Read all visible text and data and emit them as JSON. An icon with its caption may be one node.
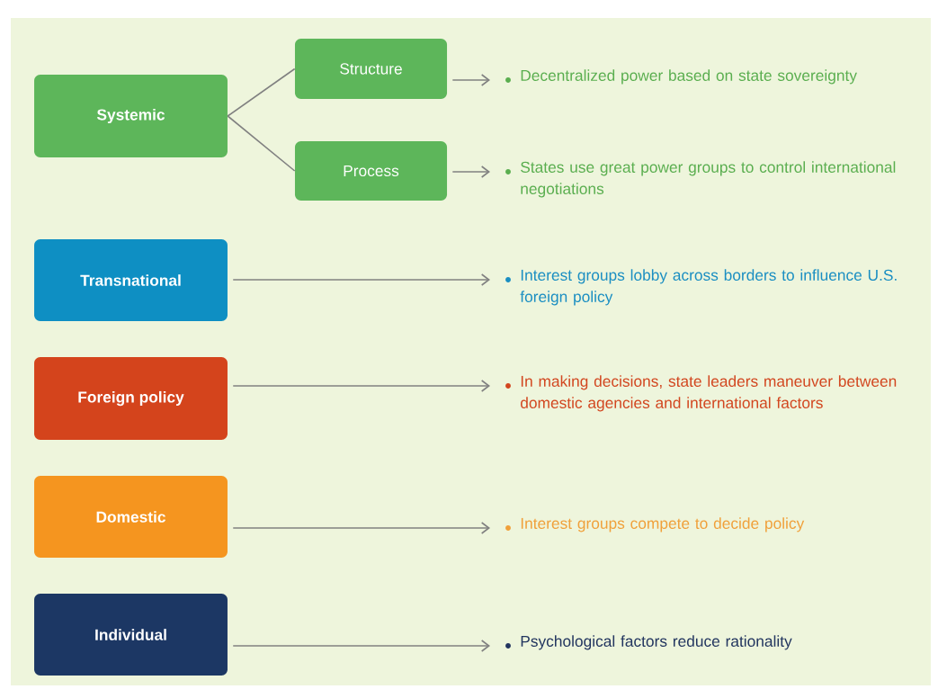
{
  "diagram": {
    "nodes": [
      {
        "text": [
          "Systemic"
        ]
      },
      {
        "text": [
          "Structure"
        ]
      },
      {
        "text": [
          "Process"
        ]
      },
      {
        "text": [
          "Transnational"
        ]
      },
      {
        "text": [
          "Foreign policy"
        ]
      },
      {
        "text": [
          "Domestic"
        ]
      },
      {
        "text": [
          "Individual"
        ]
      },
      {
        "text": [
          "Decentralized power based on state sovereignty"
        ]
      },
      {
        "text": [
          "States use great power groups to control international negotiations"
        ]
      },
      {
        "text": [
          "Interest groups lobby across borders to influence U.S. foreign policy"
        ]
      },
      {
        "text": [
          "In making decisions, state leaders maneuver between domestic agencies and international factors"
        ]
      },
      {
        "text": [
          "Interest groups compete to decide policy"
        ]
      },
      {
        "text": [
          "Psychological factors reduce rationality"
        ]
      }
    ],
    "edges": [
      {
        "from": 0,
        "to": 1,
        "arrow": "none"
      },
      {
        "from": 0,
        "to": 2,
        "arrow": "none"
      },
      {
        "from": 1,
        "to": 7,
        "arrow": "to"
      },
      {
        "from": 2,
        "to": 8,
        "arrow": "to"
      },
      {
        "from": 3,
        "to": 9,
        "arrow": "to"
      },
      {
        "from": 4,
        "to": 10,
        "arrow": "to"
      },
      {
        "from": 5,
        "to": 11,
        "arrow": "to"
      },
      {
        "from": 6,
        "to": 12,
        "arrow": "to"
      }
    ]
  }
}
